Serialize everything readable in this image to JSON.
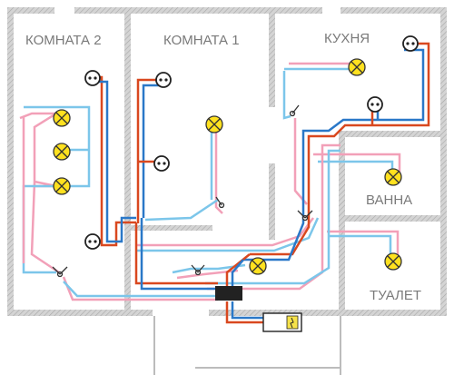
{
  "rooms": {
    "room2": "КОМНАТА 2",
    "room1": "КОМНАТА 1",
    "kitchen": "КУХНЯ",
    "bath": "ВАННА",
    "toilet": "ТУАЛЕТ"
  },
  "colors": {
    "wall": "#c9c9c9",
    "wall_hatch": "#9a9a9a",
    "wire_phase": "#d9481f",
    "wire_neutral": "#2a78c8",
    "wire_ground_light": "#f2a0b8",
    "wire_switch_light": "#7cc6ea",
    "lamp": "#ffe11f",
    "lamp_outline": "#333333",
    "box": "#222222",
    "meter": "#f6e24a"
  },
  "icons": {
    "lamp": "light-bulb-icon",
    "socket": "socket-icon",
    "switch": "switch-icon",
    "junction": "junction-box-icon",
    "panel": "electrical-panel-icon"
  }
}
